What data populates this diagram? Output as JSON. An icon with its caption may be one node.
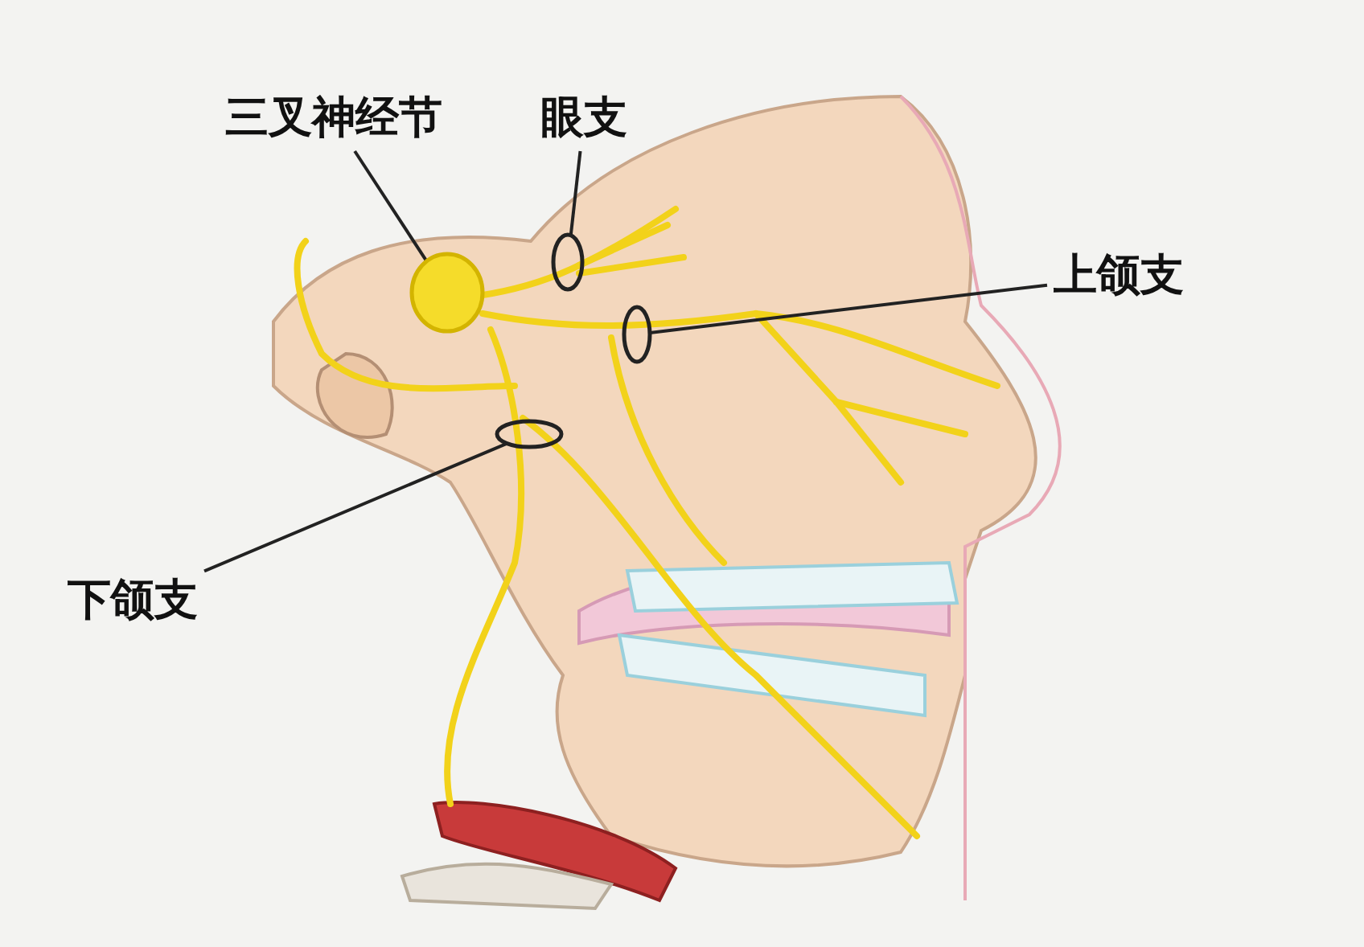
{
  "diagram": {
    "nodes": [
      {
        "text": [
          "三叉神经节"
        ]
      },
      {
        "text": [
          "眼支"
        ]
      },
      {
        "text": [
          "上颌支"
        ]
      },
      {
        "text": [
          "下颌支"
        ]
      },
      {
        "text": [],
        "shape": "circle"
      },
      {
        "text": [],
        "shape": "circle"
      },
      {
        "text": [],
        "shape": "circle"
      },
      {
        "text": [],
        "shape": "circle"
      }
    ],
    "edges": [
      {
        "from": 0,
        "to": 4,
        "arrow": "none"
      },
      {
        "from": 1,
        "to": 5,
        "arrow": "none"
      },
      {
        "from": 2,
        "to": 6,
        "arrow": "none"
      },
      {
        "from": 3,
        "to": 7,
        "arrow": "none"
      }
    ]
  }
}
